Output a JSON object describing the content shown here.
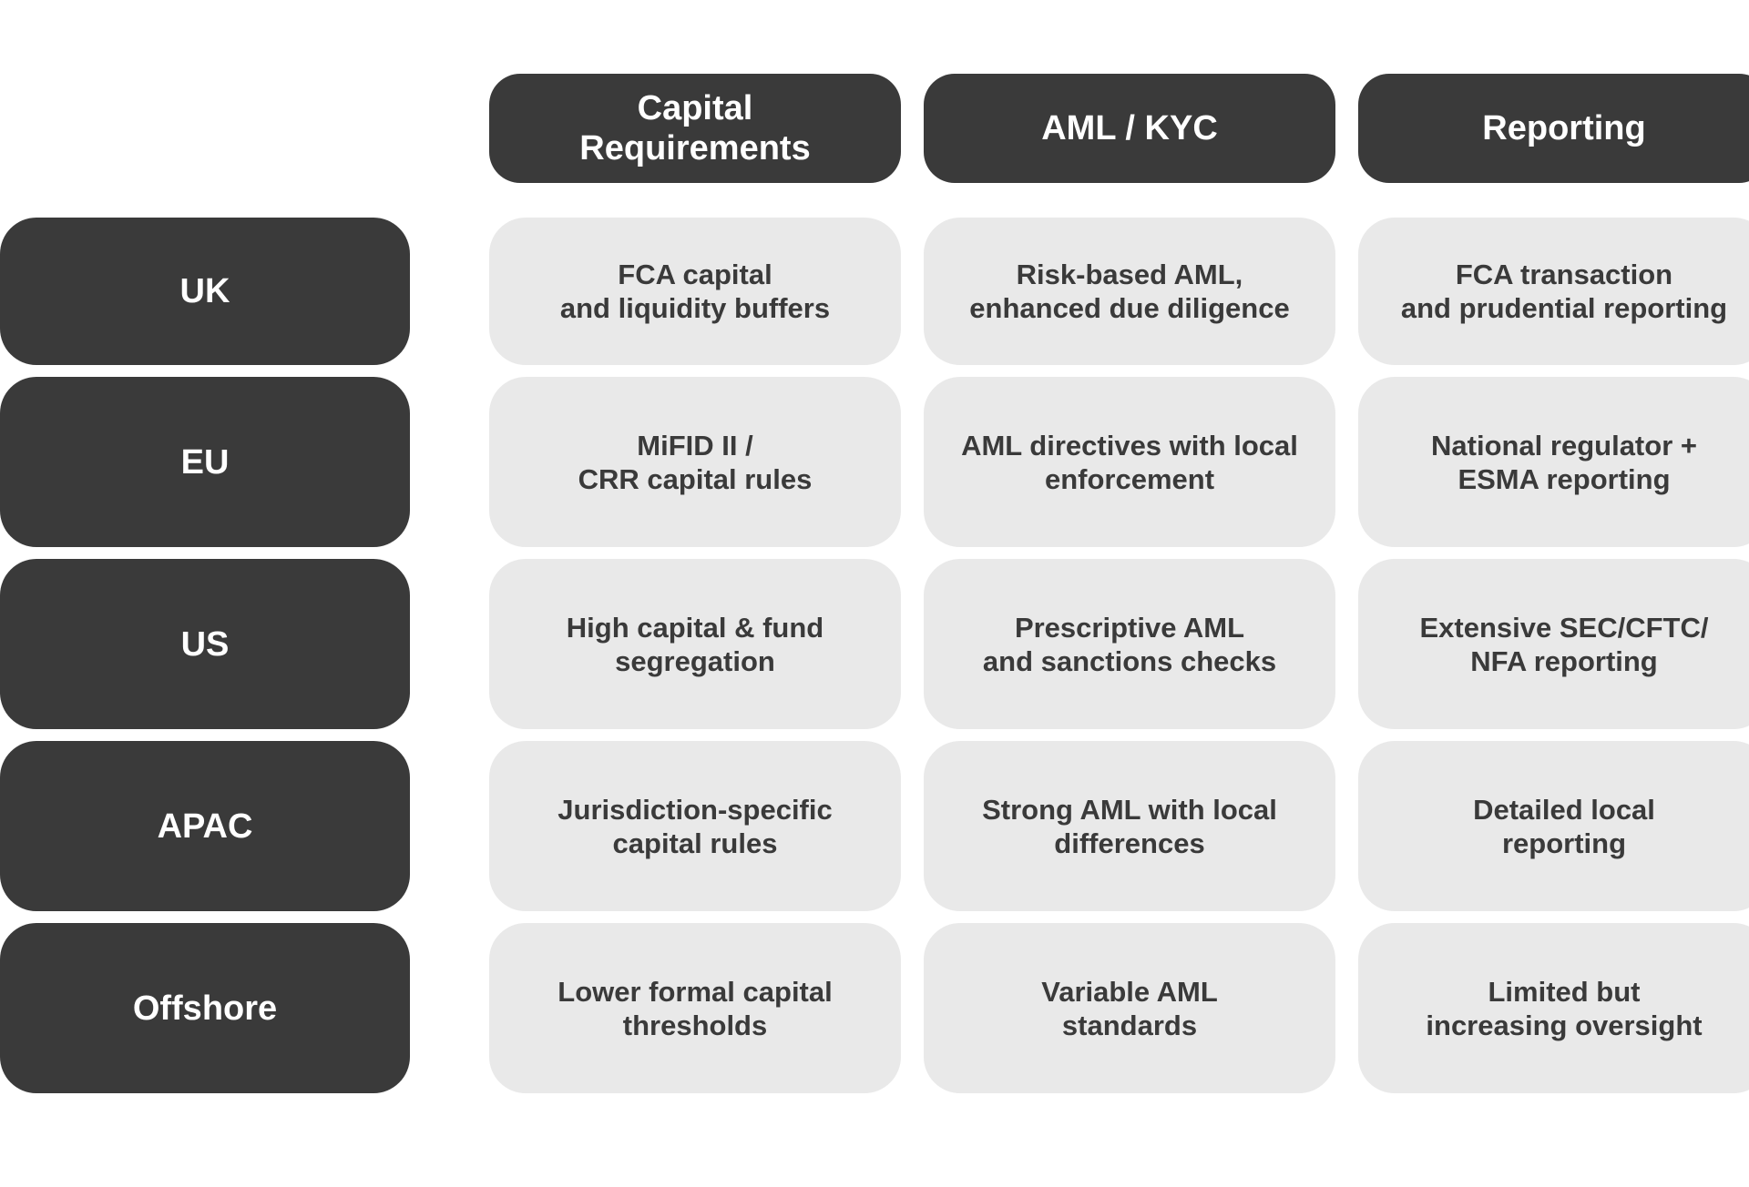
{
  "columns": [
    {
      "label": "Capital\nRequirements"
    },
    {
      "label": "AML / KYC"
    },
    {
      "label": "Reporting"
    }
  ],
  "rows": [
    {
      "label": "UK",
      "cells": [
        "FCA capital\nand liquidity buffers",
        "Risk-based AML,\nenhanced due diligence",
        "FCA transaction\nand prudential reporting"
      ]
    },
    {
      "label": "EU",
      "cells": [
        "MiFID II /\nCRR capital rules",
        "AML directives with local\nenforcement",
        "National regulator +\nESMA reporting"
      ]
    },
    {
      "label": "US",
      "cells": [
        "High capital & fund\nsegregation",
        "Prescriptive AML\nand sanctions checks",
        "Extensive SEC/CFTC/\nNFA reporting"
      ]
    },
    {
      "label": "APAC",
      "cells": [
        "Jurisdiction-specific\ncapital rules",
        "Strong AML with local\ndifferences",
        "Detailed local\nreporting"
      ]
    },
    {
      "label": "Offshore",
      "cells": [
        "Lower formal capital\nthresholds",
        "Variable AML\nstandards",
        "Limited but\nincreasing oversight"
      ]
    }
  ],
  "colors": {
    "header_bg": "#3a3a3a",
    "cell_bg": "#e9e9e9",
    "header_text": "#ffffff",
    "cell_text": "#3a3a3a"
  }
}
